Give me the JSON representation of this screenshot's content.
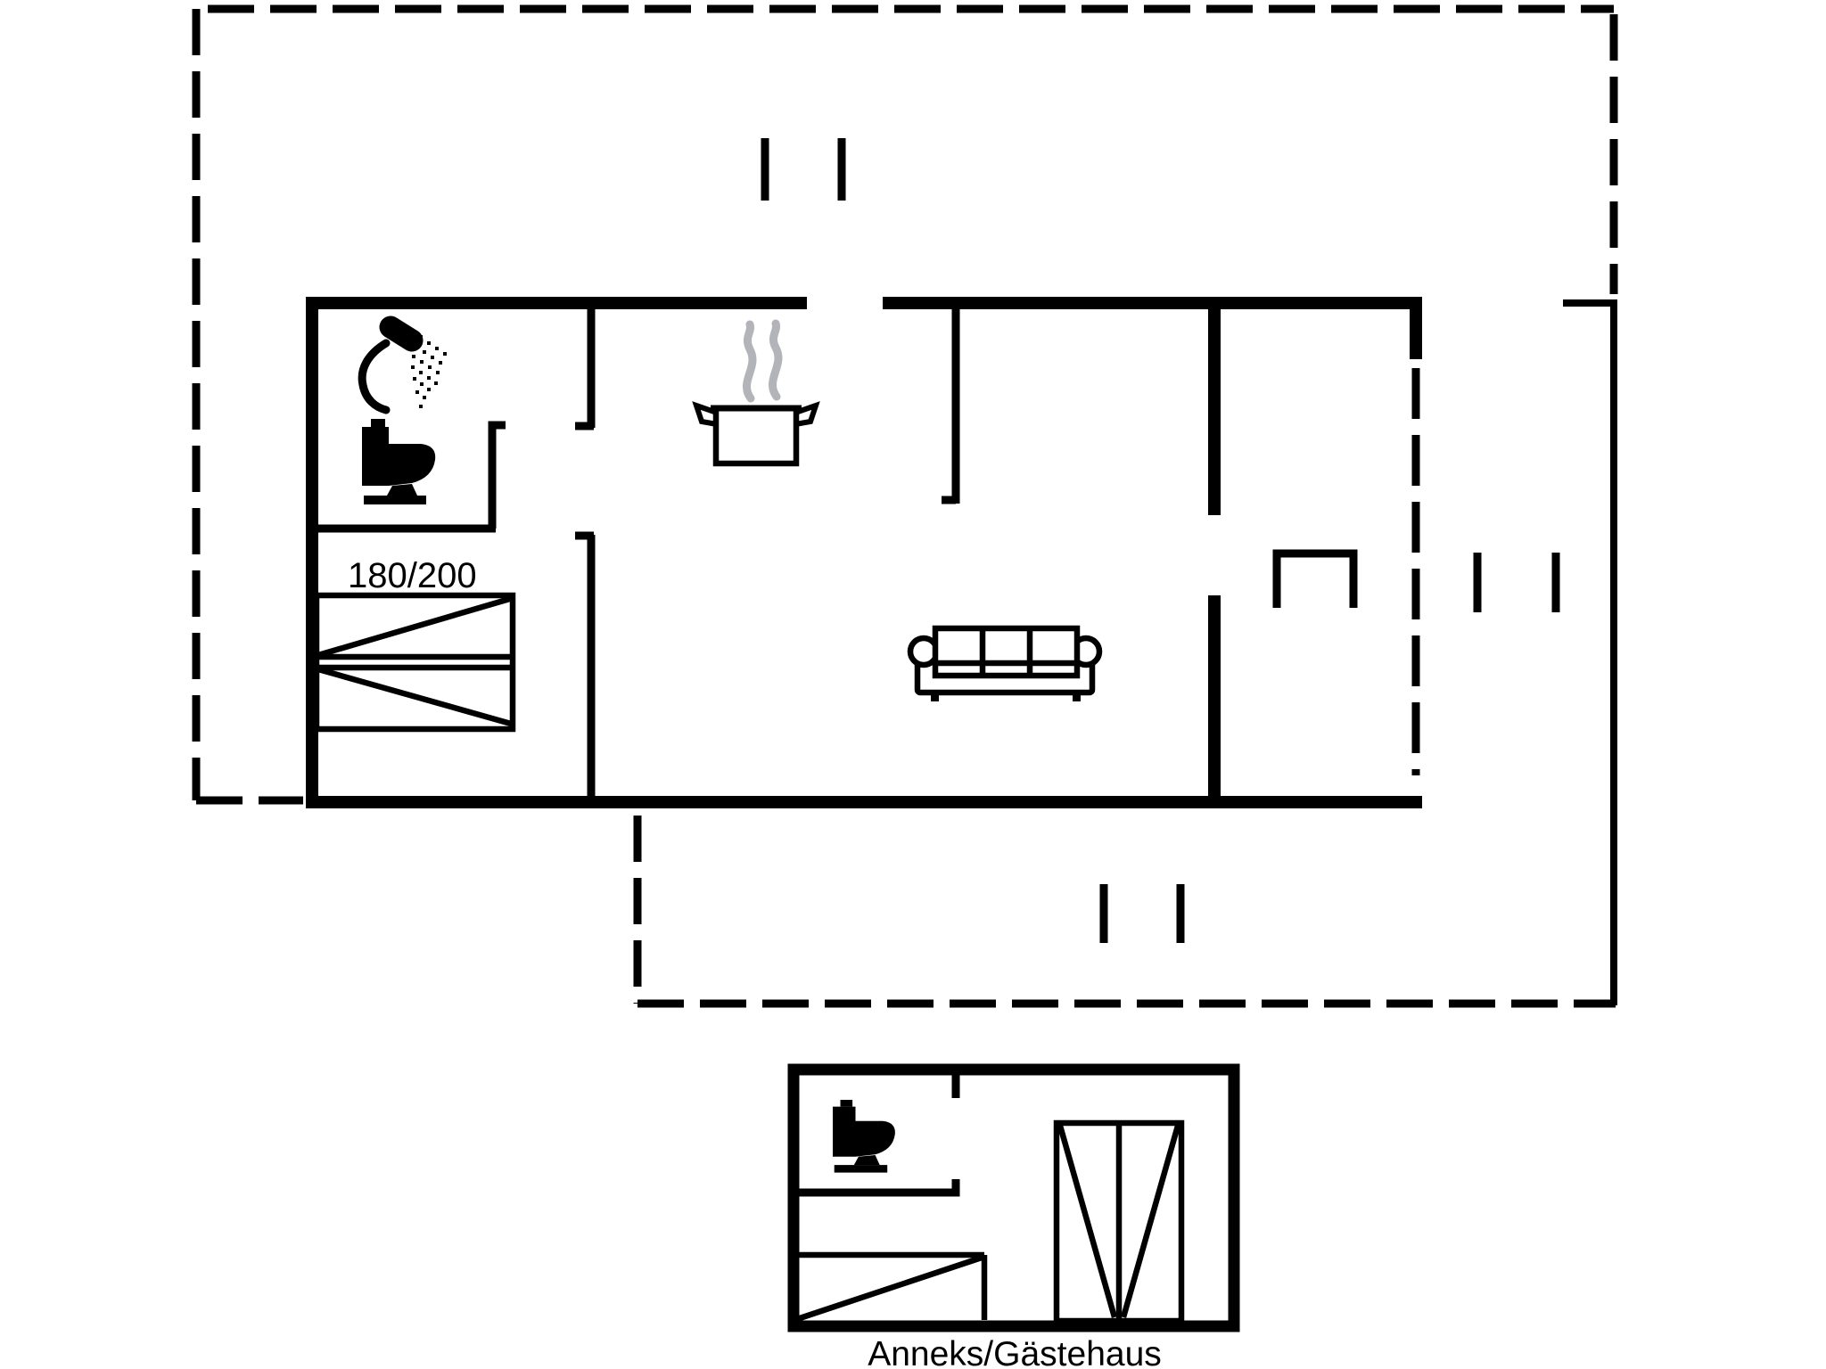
{
  "plan": {
    "type": "floor-plan",
    "labels": {
      "bed_size": "180/200",
      "annex": "Anneks/Gästehaus"
    },
    "colors": {
      "background": "#ffffff",
      "line": "#000000",
      "steam": "#b3b3ba"
    },
    "legend": {
      "rooms": [
        "bathroom",
        "bedroom",
        "kitchen",
        "living-room",
        "right-room",
        "annex-guesthouse"
      ],
      "icons": [
        "shower-icon",
        "toilet-icon",
        "cooking-pot-icon",
        "steam-icon",
        "double-bed",
        "sofa",
        "fireplace-niche-icon",
        "single-bed",
        "wardrobe-icon"
      ],
      "boundaries": [
        "terrace-dashed-outline",
        "house-thick-walls",
        "sliding-door-dashed-wall",
        "window-opening-marks",
        "annex-walls"
      ]
    }
  }
}
